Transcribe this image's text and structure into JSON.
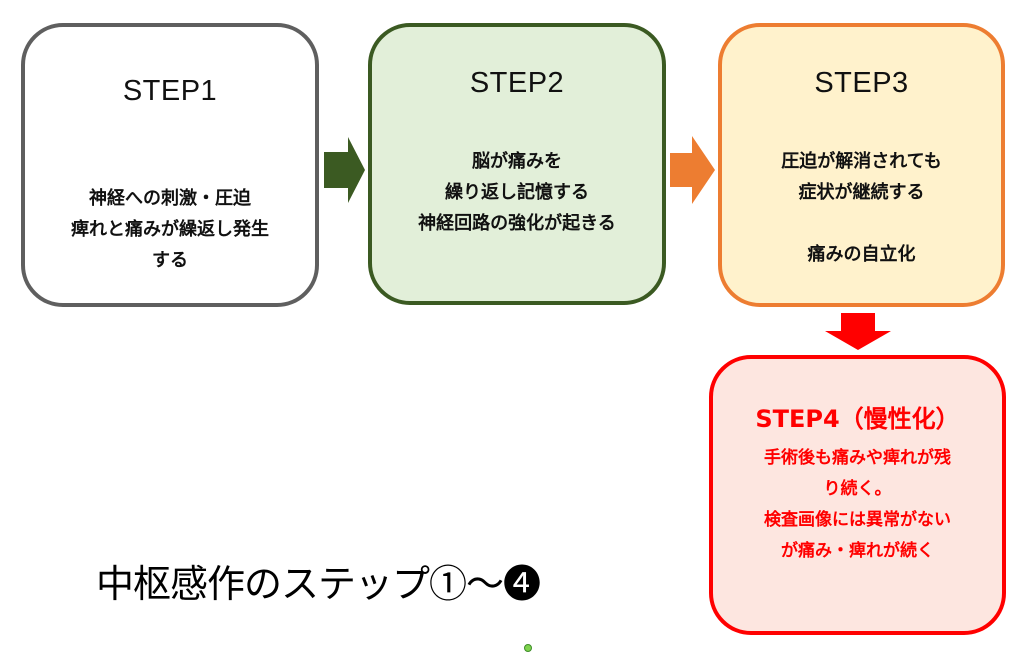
{
  "steps": [
    {
      "id": "step1",
      "title": "STEP1",
      "lines": [
        "神経への刺激・圧迫",
        "痺れと痛みが繰返し発生",
        "する"
      ],
      "border_color": "#5f5f5f",
      "fill_color": "#ffffff"
    },
    {
      "id": "step2",
      "title": "STEP2",
      "lines": [
        "脳が痛みを",
        "繰り返し記憶する",
        "神経回路の強化が起きる"
      ],
      "border_color": "#3b5a22",
      "fill_color": "#e2efd9"
    },
    {
      "id": "step3",
      "title": "STEP3",
      "lines": [
        "圧迫が解消されても",
        "症状が継続する",
        "",
        "痛みの自立化"
      ],
      "border_color": "#ed7d31",
      "fill_color": "#fff2cc"
    },
    {
      "id": "step4",
      "title": "STEP4（慢性化）",
      "lines": [
        "手術後も痛みや痺れが残",
        "り続く。",
        "検査画像には異常がない",
        "が痛み・痺れが続く"
      ],
      "border_color": "#ff0000",
      "fill_color": "#fde6e0",
      "text_color": "#ff0000"
    }
  ],
  "arrows": [
    {
      "from": "step1",
      "to": "step2",
      "direction": "right",
      "color": "#3b5a22"
    },
    {
      "from": "step2",
      "to": "step3",
      "direction": "right",
      "color": "#ed7d31"
    },
    {
      "from": "step3",
      "to": "step4",
      "direction": "down",
      "color": "#ff0000"
    }
  ],
  "main_title": "中枢感作のステップ①～❹"
}
